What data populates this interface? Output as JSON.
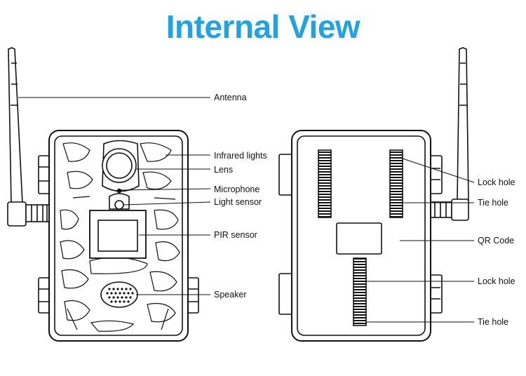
{
  "title": "Internal View",
  "front_labels": {
    "antenna": "Antenna",
    "infrared_lights": "Infrared lights",
    "lens": "Lens",
    "microphone": "Microphone",
    "light_sensor": "Light sensor",
    "pir_sensor": "PIR sensor",
    "speaker": "Speaker"
  },
  "back_labels": {
    "lock_hole_top": "Lock hole",
    "tie_hole_top": "Tie hole",
    "qr_code": "QR Code",
    "lock_hole_bottom": "Lock hole",
    "tie_hole_bottom": "Tie hole"
  },
  "colors": {
    "title": "#1fa3e6",
    "line": "#111111"
  }
}
